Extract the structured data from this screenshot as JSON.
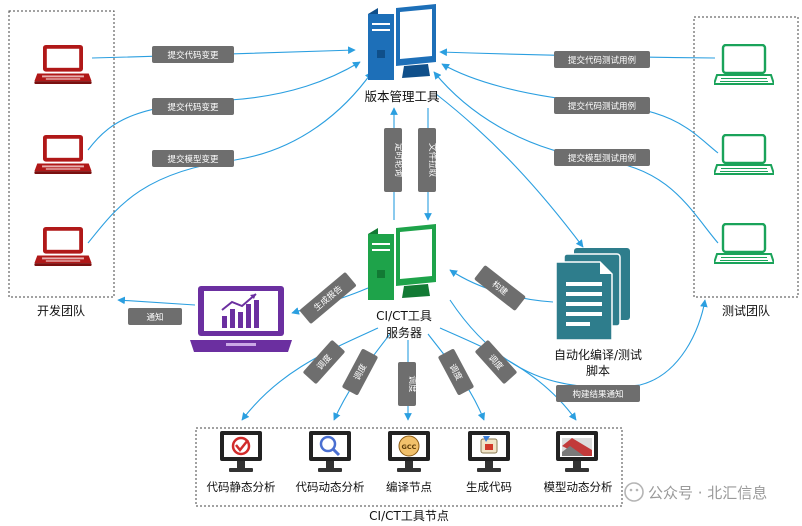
{
  "nodes": {
    "vcs": "版本管理工具",
    "server_line1": "CI/CT工具",
    "server_line2": "服务器",
    "script_line1": "自动化编译/测试",
    "script_line2": "脚本",
    "dev_team": "开发团队",
    "test_team": "测试团队",
    "nodes_group": "CI/CT工具节点"
  },
  "tool_nodes": [
    "代码静态分析",
    "代码动态分析",
    "编译节点",
    "生成代码",
    "模型动态分析"
  ],
  "edges": {
    "dev1": "提交代码变更",
    "dev2": "提交代码变更",
    "dev3": "提交模型变更",
    "test1": "提交代码测试用例",
    "test2": "提交代码测试用例",
    "test3": "提交模型测试用例",
    "poll": "定时轮询",
    "fetch": "文件拉取",
    "report": "生成报告",
    "notify": "通知",
    "build": "构建",
    "build_notify": "构建结果通知",
    "dispatch": [
      "调度",
      "调度",
      "调度",
      "调度",
      "调度"
    ]
  },
  "icon_text": {
    "gcc": "GCC"
  },
  "watermark": "公众号 · 北汇信息",
  "colors": {
    "dev": "#b01818",
    "test": "#1aa35a",
    "server_blue": "#1d6fb8",
    "server_green": "#1ea34a",
    "purple": "#6b2fa0",
    "doc": "#2e7d8c",
    "arrow": "#2b9fe0",
    "pill": "#6e6e6e"
  }
}
